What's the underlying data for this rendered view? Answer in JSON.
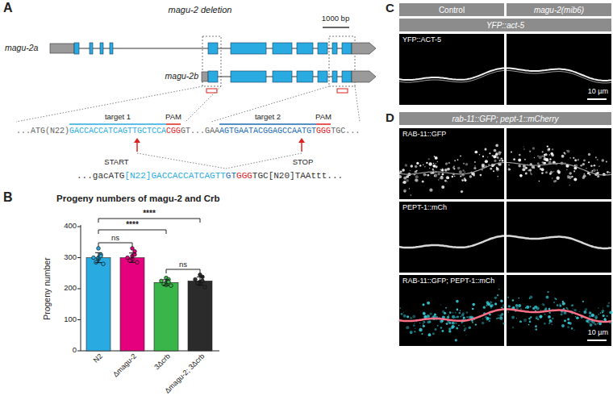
{
  "diagram": {
    "nodes": [
      {
        "text": [
          "Control"
        ]
      },
      {
        "text": [
          "magu-2(mib6)"
        ]
      },
      {
        "text": [
          "YFP::act-5"
        ]
      },
      {
        "text": [
          "YFP::ACT-5"
        ]
      },
      {
        "text": [
          "10 µm"
        ]
      },
      {
        "text": [
          "rab-11::GFP; pept-1::mCherry"
        ]
      },
      {
        "text": [
          "RAB-11::GFP"
        ]
      },
      {
        "text": [
          "PEPT-1::mCh"
        ]
      },
      {
        "text": [
          "RAB-11::GFP; PEPT-1::mCh"
        ]
      },
      {
        "text": [
          "10 µm"
        ]
      }
    ],
    "labels": [
      "A",
      "magu-2 deletion",
      "1000 bp",
      "magu-2a",
      "magu-2b",
      "target 1",
      "PAM",
      "target 2",
      "PAM",
      "...ATG(N22)",
      "GACCACCATCAGTTGCTCCA",
      "CGG",
      "GT...GAA",
      "AGTGAATACGGAGCCAATGT",
      "GGG",
      "TGC...",
      "START",
      "STOP",
      "...gacATG",
      "[N22]GACCACCATCAGTT",
      "GT",
      "GGG",
      "TGC[N20]TAAttt...",
      "B",
      "Progeny numbers of magu-2 and Crb",
      "Progeny number",
      "0",
      "100",
      "200",
      "300",
      "400",
      "N2",
      "Δmagu-2",
      "3Δcrb",
      "Δmagu-2; 3Δcrb",
      "ns",
      "****",
      "****",
      "ns",
      "C",
      "D"
    ]
  }
}
